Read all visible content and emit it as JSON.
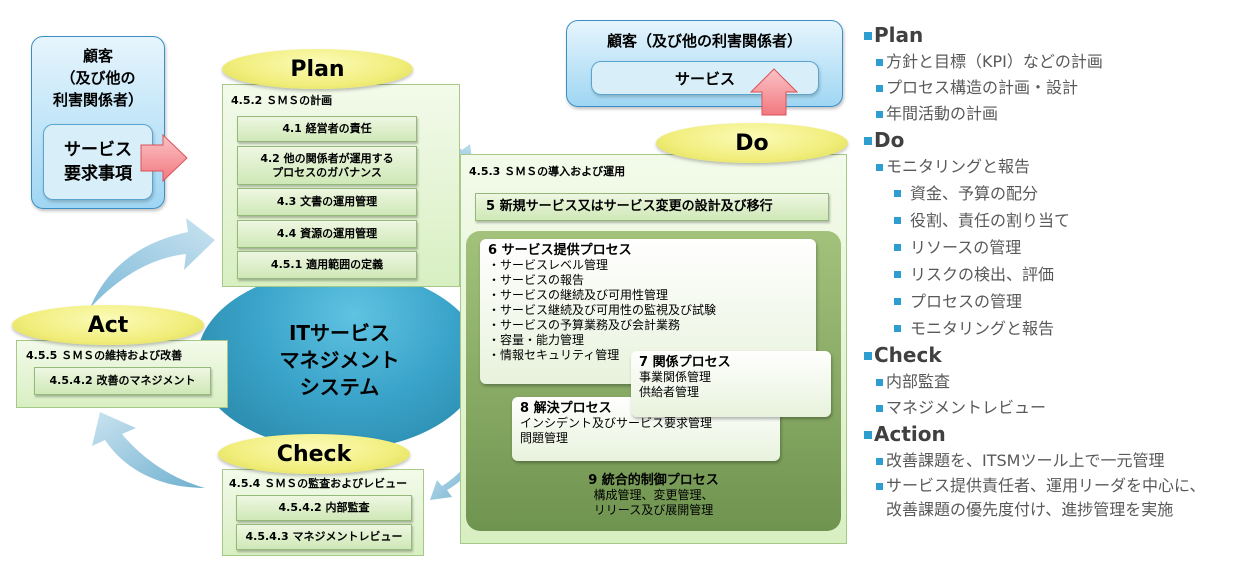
{
  "customer_left": {
    "title_lines": [
      "顧客",
      "（及び他の",
      "利害関係者）"
    ],
    "inner_lines": [
      "サービス",
      "要求事項"
    ]
  },
  "customer_top": {
    "title": "顧客（及び他の利害関係者）",
    "inner": "サービス"
  },
  "core": {
    "lines": [
      "ITサービス",
      "マネジメント",
      "システム"
    ]
  },
  "plan": {
    "label": "Plan",
    "panel_title": "4.5.2 ＳＭＳの計画",
    "items": [
      {
        "lines": [
          "4.1 経営者の責任"
        ]
      },
      {
        "lines": [
          "4.2 他の関係者が運用する",
          "プロセスのガバナンス"
        ]
      },
      {
        "lines": [
          "4.3 文書の運用管理"
        ]
      },
      {
        "lines": [
          "4.4 資源の運用管理"
        ]
      },
      {
        "lines": [
          "4.5.1 適用範囲の定義"
        ]
      }
    ]
  },
  "do": {
    "label": "Do",
    "panel_title": "4.5.3 ＳＭＳの導入および運用",
    "item5": "5 新規サービス又はサービス変更の設計及び移行",
    "process6": {
      "title": "6 サービス提供プロセス",
      "items": [
        "・サービスレベル管理",
        "・サービスの報告",
        "・サービスの継続及び可用性管理",
        "・サービス継続及び可用性の監視及び試験",
        "・サービスの予算業務及び会計業務",
        "・容量・能力管理",
        "・情報セキュリティ管理"
      ]
    },
    "process7": {
      "title": "7 関係プロセス",
      "items": [
        "事業関係管理",
        "供給者管理"
      ]
    },
    "process8": {
      "title": "8 解決プロセス",
      "items": [
        "インシデント及びサービス要求管理",
        "問題管理"
      ]
    },
    "process9": {
      "title": "9 統合的制御プロセス",
      "items": [
        "構成管理、変更管理、",
        "リリース及び展開管理"
      ]
    }
  },
  "check": {
    "label": "Check",
    "panel_title": "4.5.4 ＳＭＳの監査およびレビュー",
    "items": [
      "4.5.4.2 内部監査",
      "4.5.4.3 マネジメントレビュー"
    ]
  },
  "act": {
    "label": "Act",
    "panel_title": "4.5.5 ＳＭＳの維持および改善",
    "items": [
      "4.5.4.2 改善のマネジメント"
    ]
  },
  "summary": {
    "plan": {
      "heading": "Plan",
      "items": [
        "方針と目標（KPI）などの計画",
        "プロセス構造の計画・設計",
        "年間活動の計画"
      ]
    },
    "do": {
      "heading": "Do",
      "items": [
        "モニタリングと報告"
      ],
      "subitems": [
        "資金、予算の配分",
        "役割、責任の割り当て",
        "リソースの管理",
        "リスクの検出、評価",
        "プロセスの管理",
        "モニタリングと報告"
      ]
    },
    "check": {
      "heading": "Check",
      "items": [
        "内部監査",
        "マネジメントレビュー"
      ]
    },
    "action": {
      "heading": "Action",
      "items": [
        "改善課題を、ITSMツール上で一元管理"
      ],
      "multi_item": [
        "サービス提供責任者、運用リーダを中心に、",
        "改善課題の優先度付け、進捗管理を実施"
      ]
    }
  },
  "colors": {
    "bullet": "#2e9ed0",
    "oval_yellow": "#f1ee7c",
    "core_blue": "#3aa3c9",
    "panel_green": "#d8efc2",
    "dark_green": "#7fa35d",
    "arrow_red": "#f4848a",
    "cycle_arrow": "#8cc4de",
    "text_gray": "#595959"
  }
}
